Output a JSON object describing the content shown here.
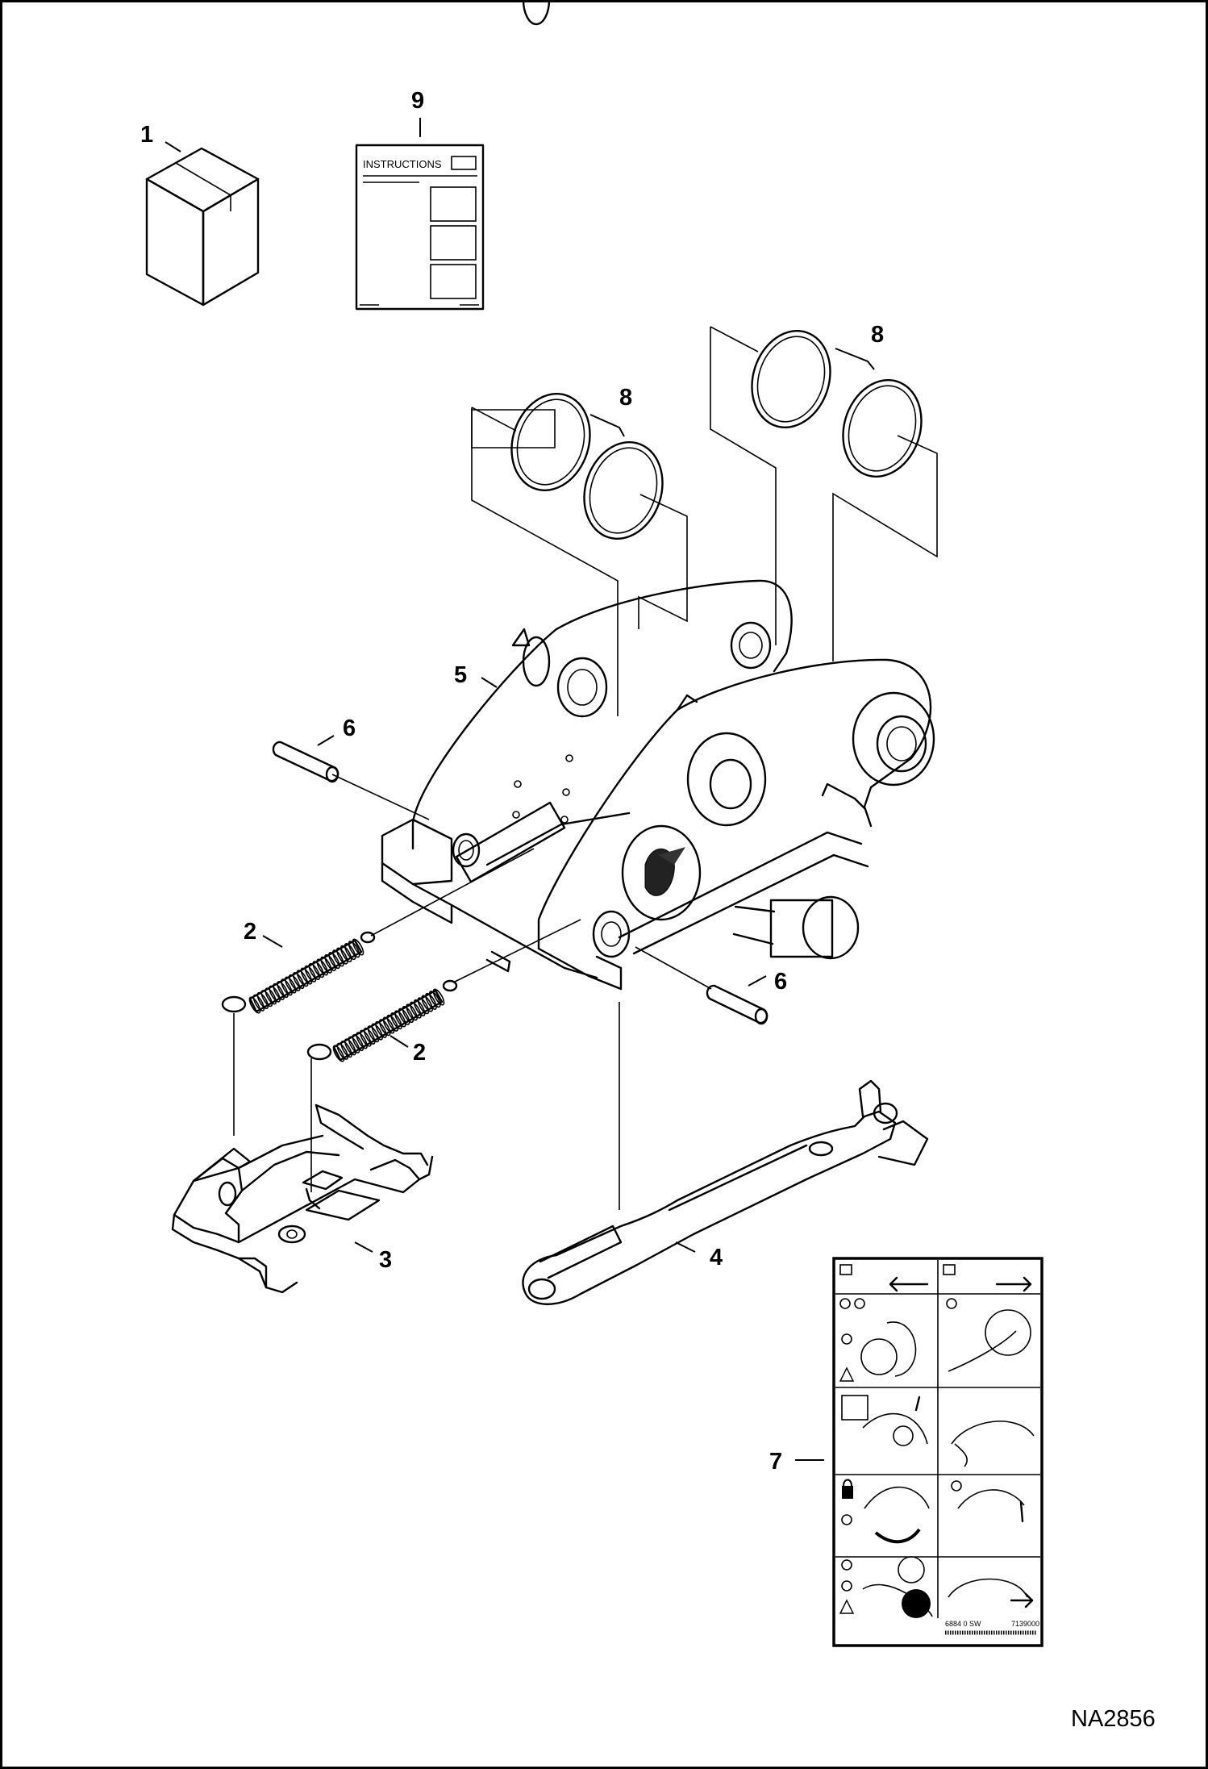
{
  "figure": {
    "code": "NA2856"
  },
  "booklet": {
    "title": "INSTRUCTIONS"
  },
  "decal": {
    "part_no": "6884 0 SW",
    "serial": "7139000"
  },
  "callouts": [
    {
      "id": "c1",
      "label": "1"
    },
    {
      "id": "c9",
      "label": "9"
    },
    {
      "id": "c8a",
      "label": "8"
    },
    {
      "id": "c8b",
      "label": "8"
    },
    {
      "id": "c5",
      "label": "5"
    },
    {
      "id": "c6a",
      "label": "6"
    },
    {
      "id": "c6b",
      "label": "6"
    },
    {
      "id": "c2a",
      "label": "2"
    },
    {
      "id": "c2b",
      "label": "2"
    },
    {
      "id": "c3",
      "label": "3"
    },
    {
      "id": "c4",
      "label": "4"
    },
    {
      "id": "c7",
      "label": "7"
    }
  ]
}
